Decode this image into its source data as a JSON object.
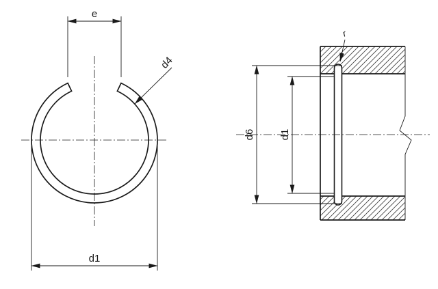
{
  "drawing": {
    "type": "technical-drawing-retaining-ring",
    "colors": {
      "line": "#1a1a1a",
      "background": "#ffffff",
      "hatch": "#3a3a3a"
    },
    "views": {
      "front": {
        "labels": {
          "gap_width": "e",
          "wire_diameter": "d4",
          "outer_diameter": "d1"
        }
      },
      "section": {
        "labels": {
          "groove_diameter": "d6",
          "bore_diameter": "d1",
          "corner_radius": "r"
        }
      }
    }
  }
}
